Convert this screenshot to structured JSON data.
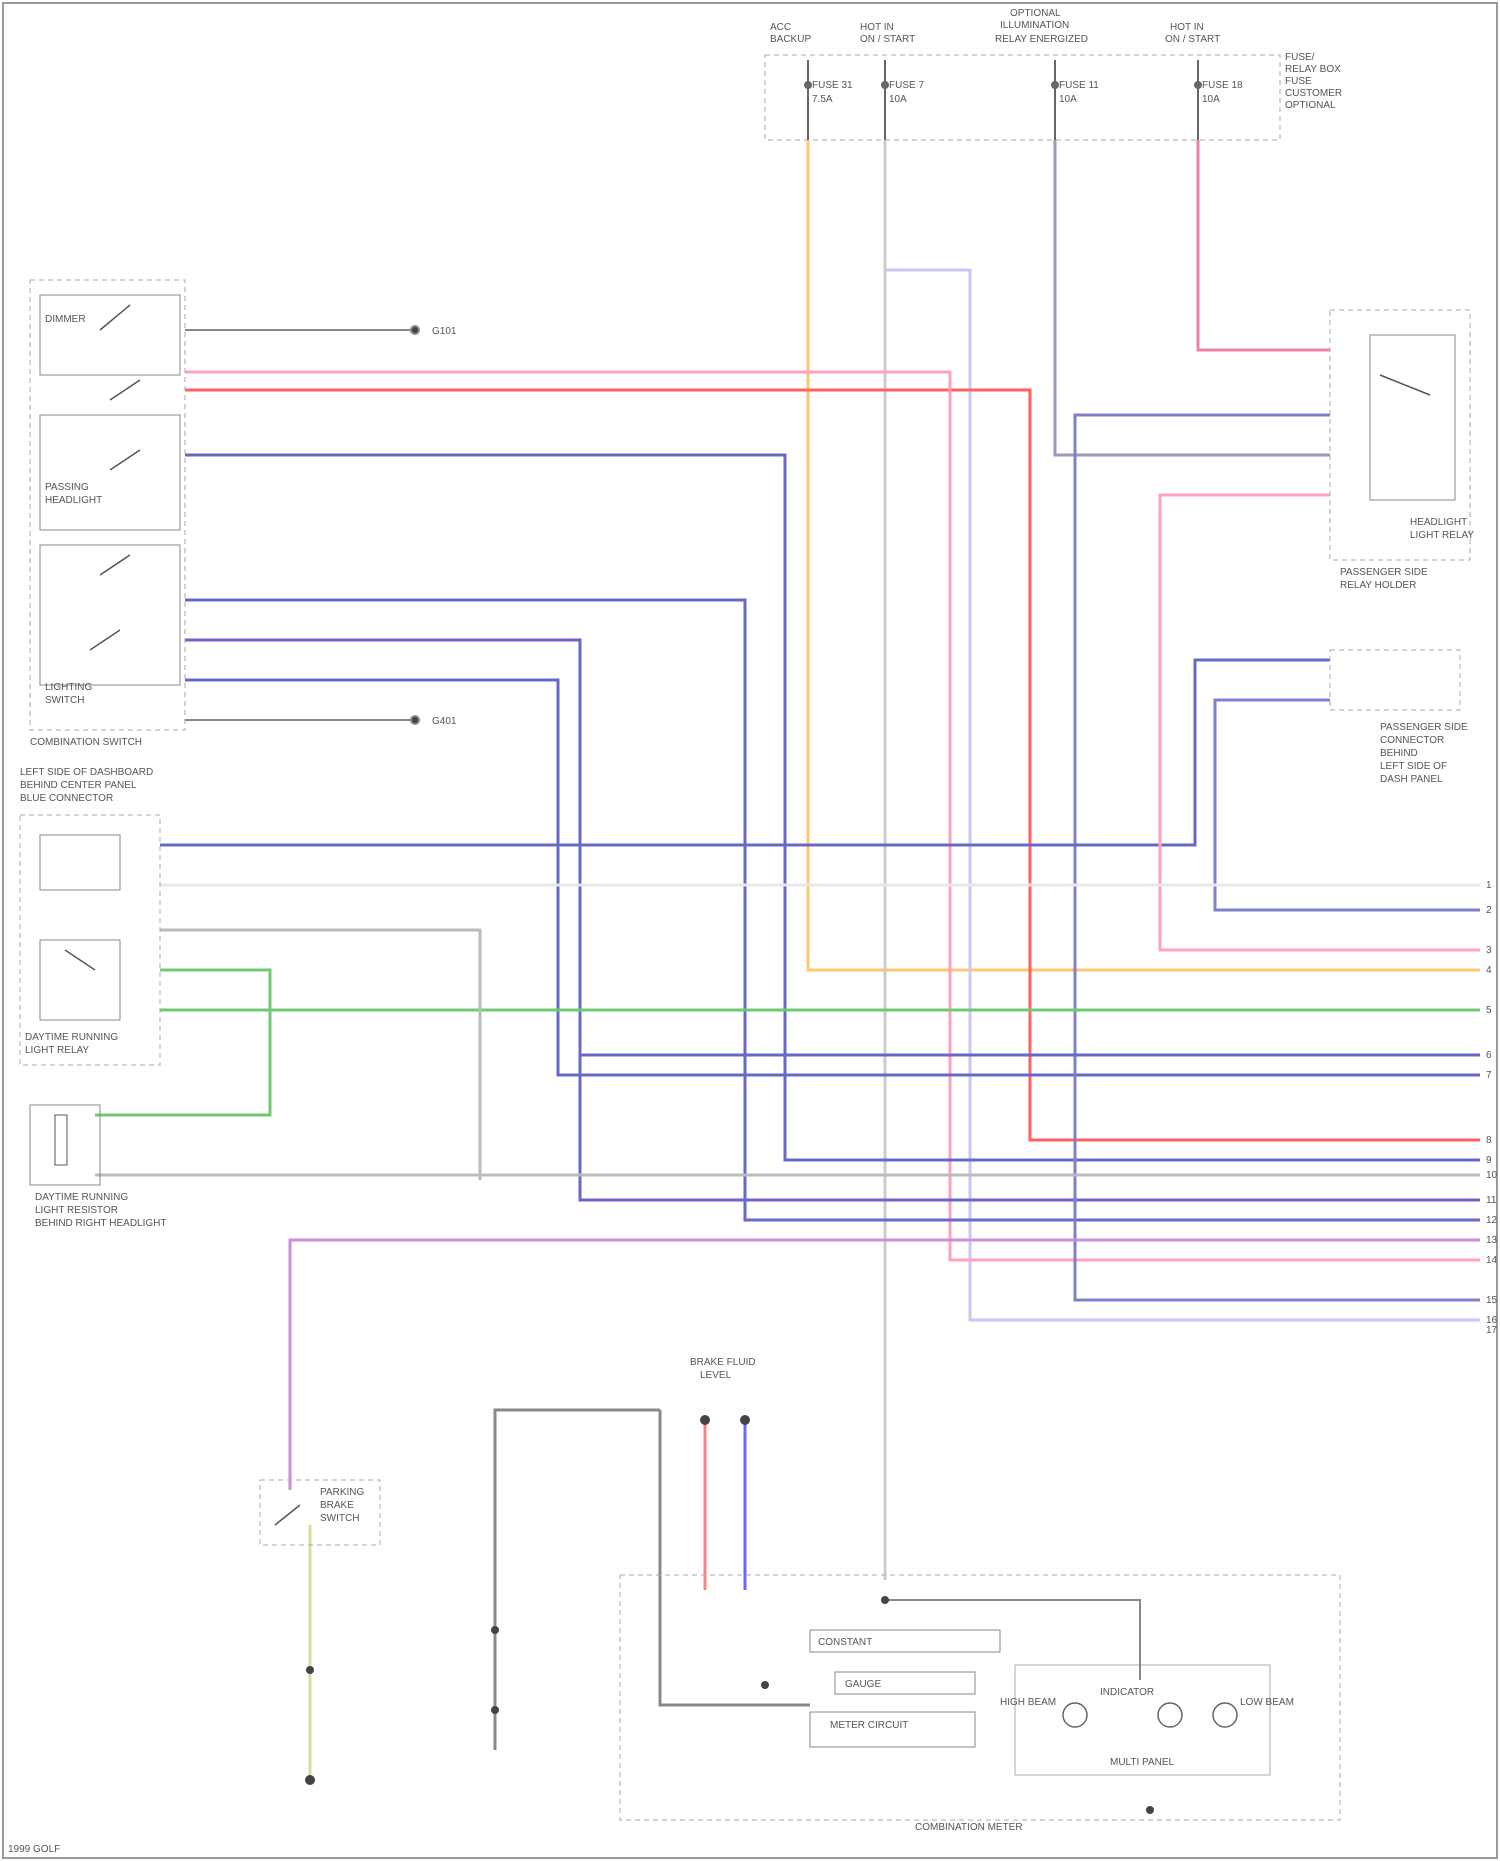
{
  "diagram": {
    "fuse_box_label": [
      "FUSE/",
      "RELAY BOX",
      "FUSE",
      "CUSTOMER",
      "OPTIONAL"
    ],
    "fuse_columns": [
      {
        "top": [
          "ACC",
          "BACKUP"
        ],
        "fuse": "FUSE 31",
        "amp": "7.5A"
      },
      {
        "top": [
          "HOT IN",
          "ON / START"
        ],
        "fuse": "FUSE 7",
        "amp": "10A"
      },
      {
        "top": [
          "OPTIONAL",
          "ILLUMINATION",
          "RELAY ENERGIZED"
        ],
        "fuse": "FUSE 11",
        "amp": "10A"
      },
      {
        "top": [
          "HOT IN",
          "ON / START"
        ],
        "fuse": "FUSE 18",
        "amp": "10A"
      }
    ],
    "combination_switch_label": "COMBINATION SWITCH",
    "combination_switch_parts": [
      "DIMMER",
      "PASSING",
      "HEADLIGHT",
      "LIGHTING",
      "SWITCH"
    ],
    "left_side_label": [
      "LEFT SIDE OF DASHBOARD",
      "BEHIND CENTER PANEL",
      "BLUE CONNECTOR"
    ],
    "daytime_relay_label": [
      "DAYTIME RUNNING",
      "LIGHT RELAY"
    ],
    "daytime_resistor_label": [
      "DAYTIME RUNNING",
      "LIGHT RESISTOR",
      "BEHIND RIGHT HEADLIGHT"
    ],
    "headlight_relay_label": [
      "HEADLIGHT",
      "LIGHT RELAY",
      "PASSENGER SIDE",
      "RELAY HOLDER"
    ],
    "passenger_connector_label": [
      "PASSENGER SIDE",
      "CONNECTOR",
      "BEHIND",
      "LEFT SIDE OF",
      "DASH PANEL"
    ],
    "parking_brake_label": [
      "PARKING",
      "BRAKE",
      "SWITCH"
    ],
    "brake_fluid_label": [
      "BRAKE FLUID",
      "LEVEL"
    ],
    "combination_meter_label": "COMBINATION METER",
    "meter_parts": [
      "CONSTANT",
      "GAUGE",
      "METER CIRCUIT",
      "INDICATOR",
      "HIGH BEAM",
      "LOW BEAM",
      "MULTI PANEL"
    ],
    "ground_labels": [
      "G101",
      "G401"
    ],
    "right_edge_numbers": [
      "1",
      "2",
      "3",
      "4",
      "5",
      "6",
      "7",
      "8",
      "9",
      "10",
      "11",
      "12",
      "13",
      "14",
      "15",
      "16",
      "17"
    ],
    "footer": "1999 GOLF"
  }
}
